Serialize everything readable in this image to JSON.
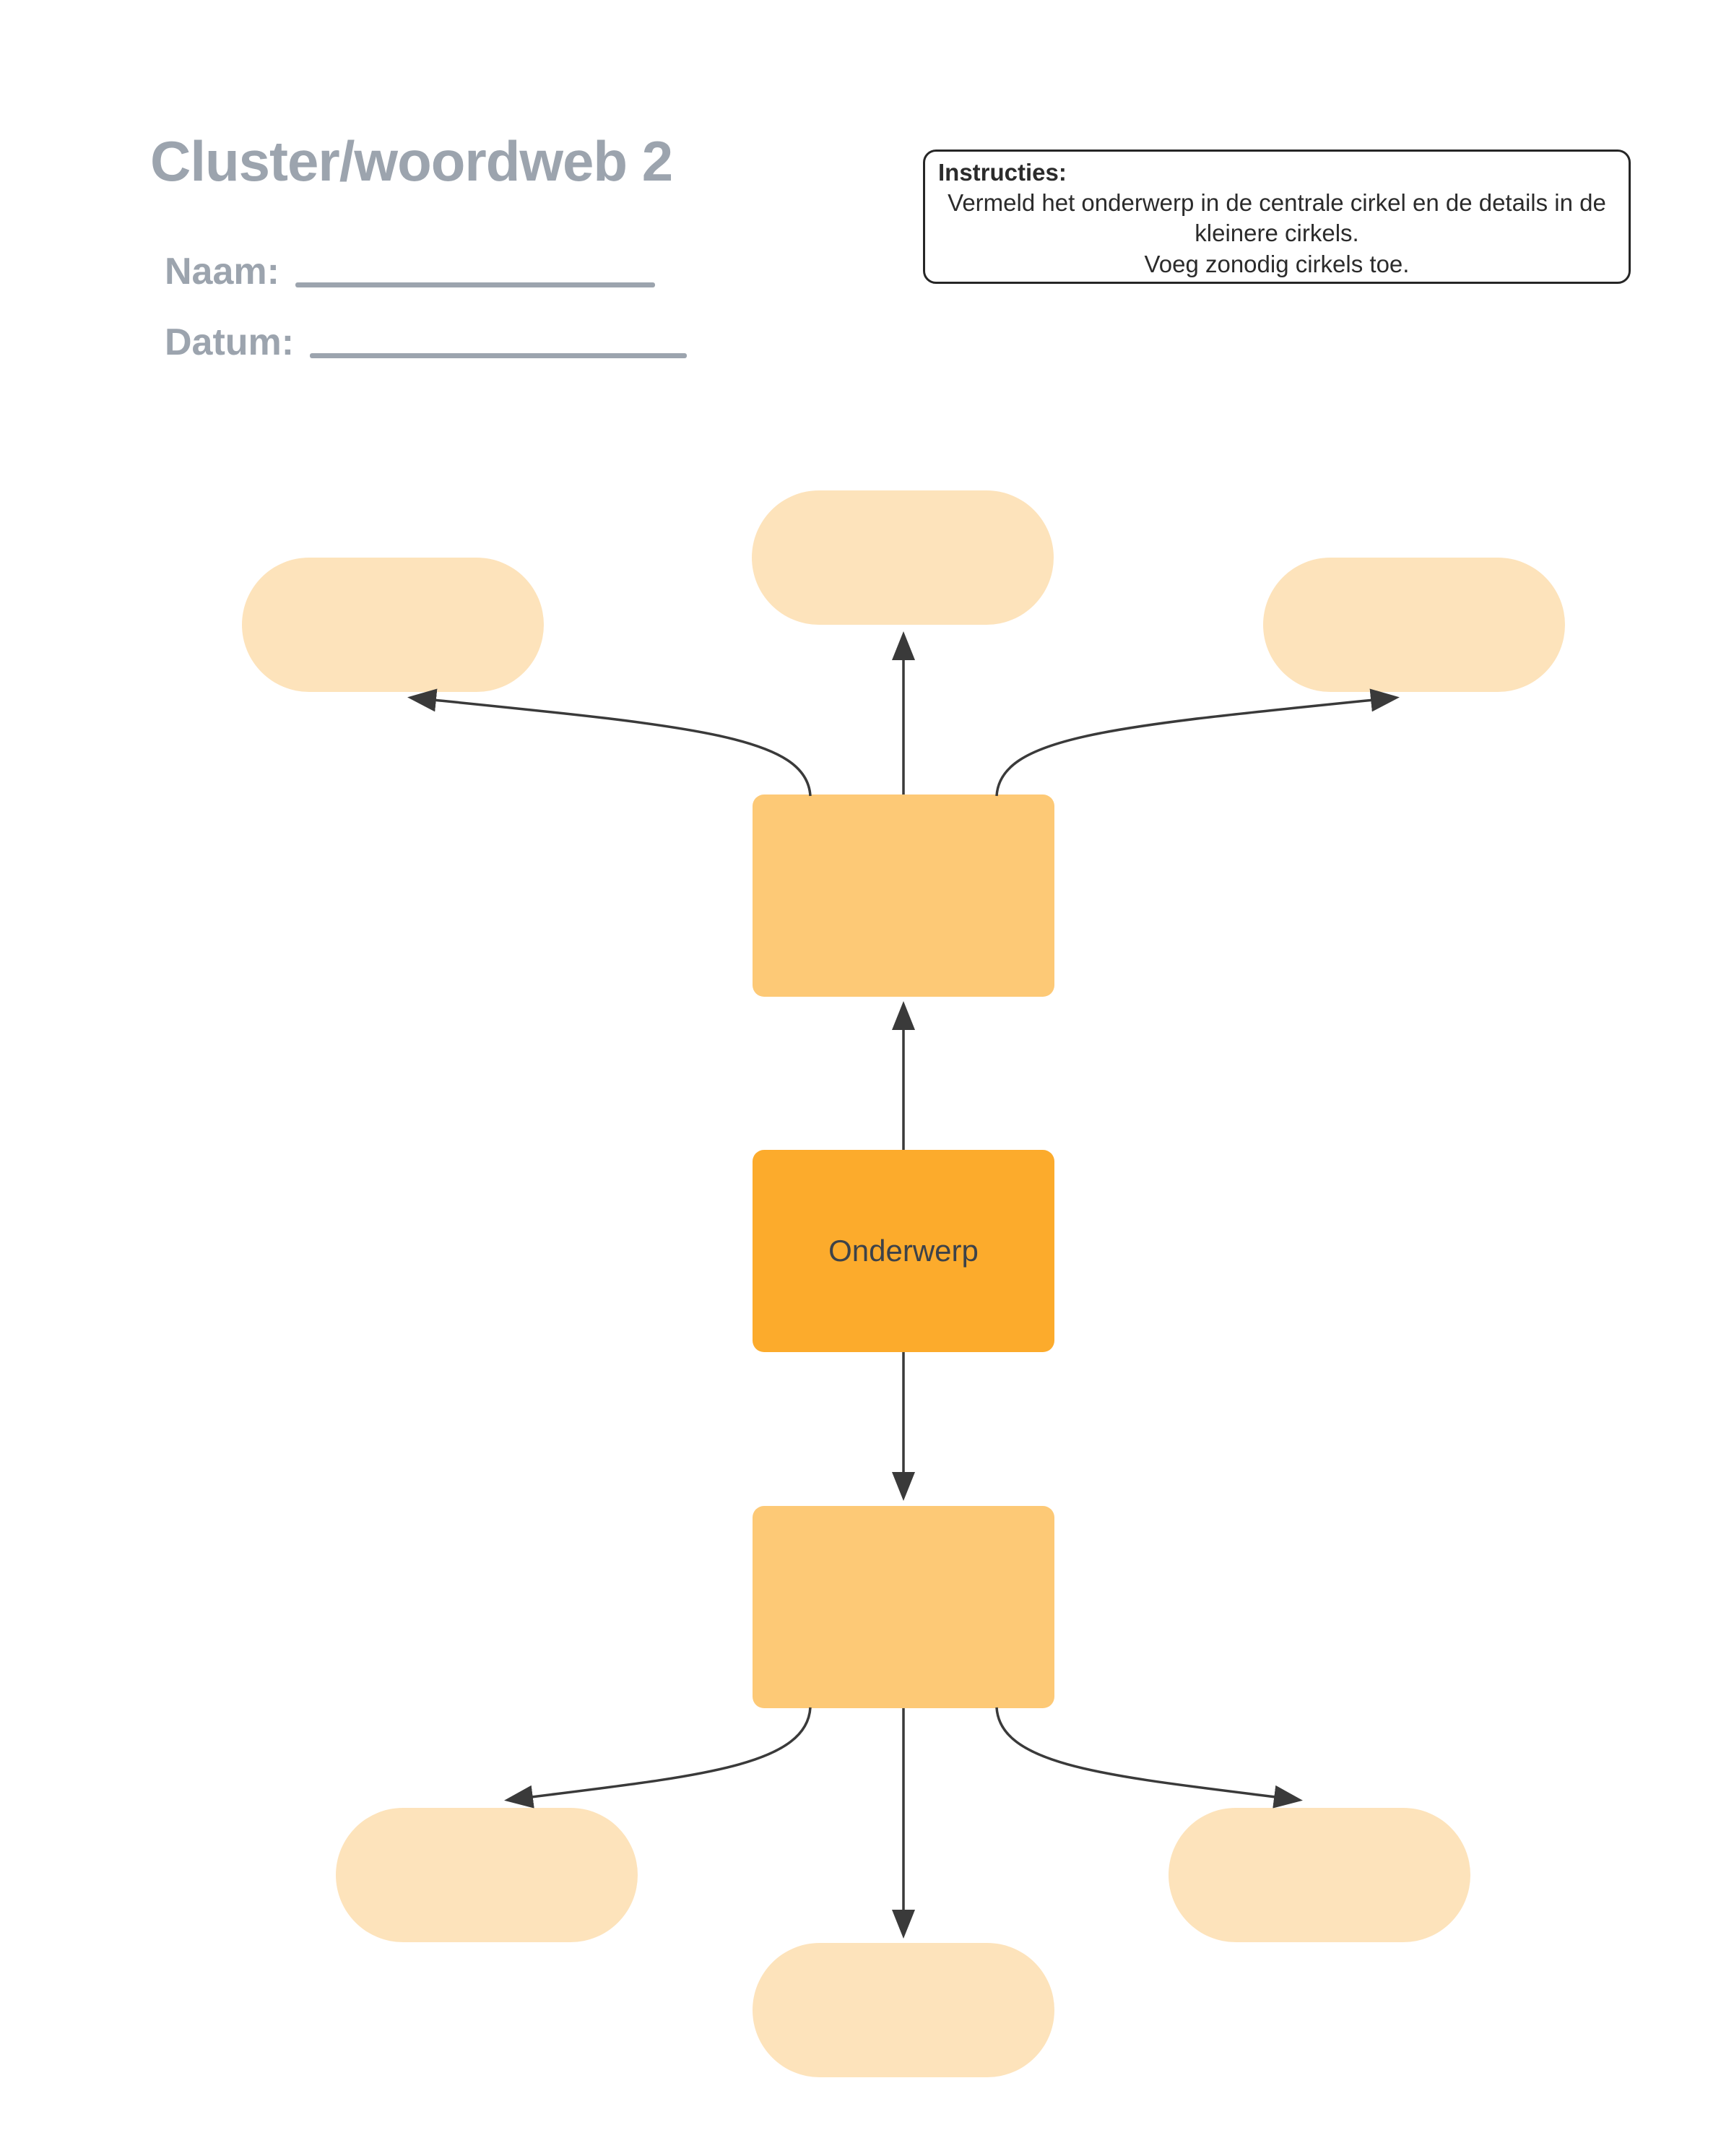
{
  "header": {
    "title": "Cluster/woordweb 2",
    "name_label": "Naam:",
    "name_value": "",
    "date_label": "Datum:",
    "date_value": ""
  },
  "instructions": {
    "heading": "Instructies:",
    "body": "Vermeld het onderwerp in de centrale cirkel en de details in de kleinere cirkels.",
    "body2": "Voeg zonodig cirkels toe."
  },
  "diagram": {
    "center": {
      "label": "Onderwerp"
    },
    "branch_top": {
      "label": ""
    },
    "branch_bottom": {
      "label": ""
    },
    "leaf_top": {
      "label": ""
    },
    "leaf_left": {
      "label": ""
    },
    "leaf_right": {
      "label": ""
    },
    "leaf_bottom": {
      "label": ""
    },
    "leaf_bottom_left": {
      "label": ""
    },
    "leaf_bottom_right": {
      "label": ""
    }
  },
  "colors": {
    "center_node": "#fcab2c",
    "branch_node": "#fdc976",
    "leaf_node": "#fde3bb",
    "connector": "#3a3a3a",
    "heading_gray": "#9ca4ae",
    "instruction_text": "#2b2b2b",
    "node_text": "#3d4249"
  }
}
